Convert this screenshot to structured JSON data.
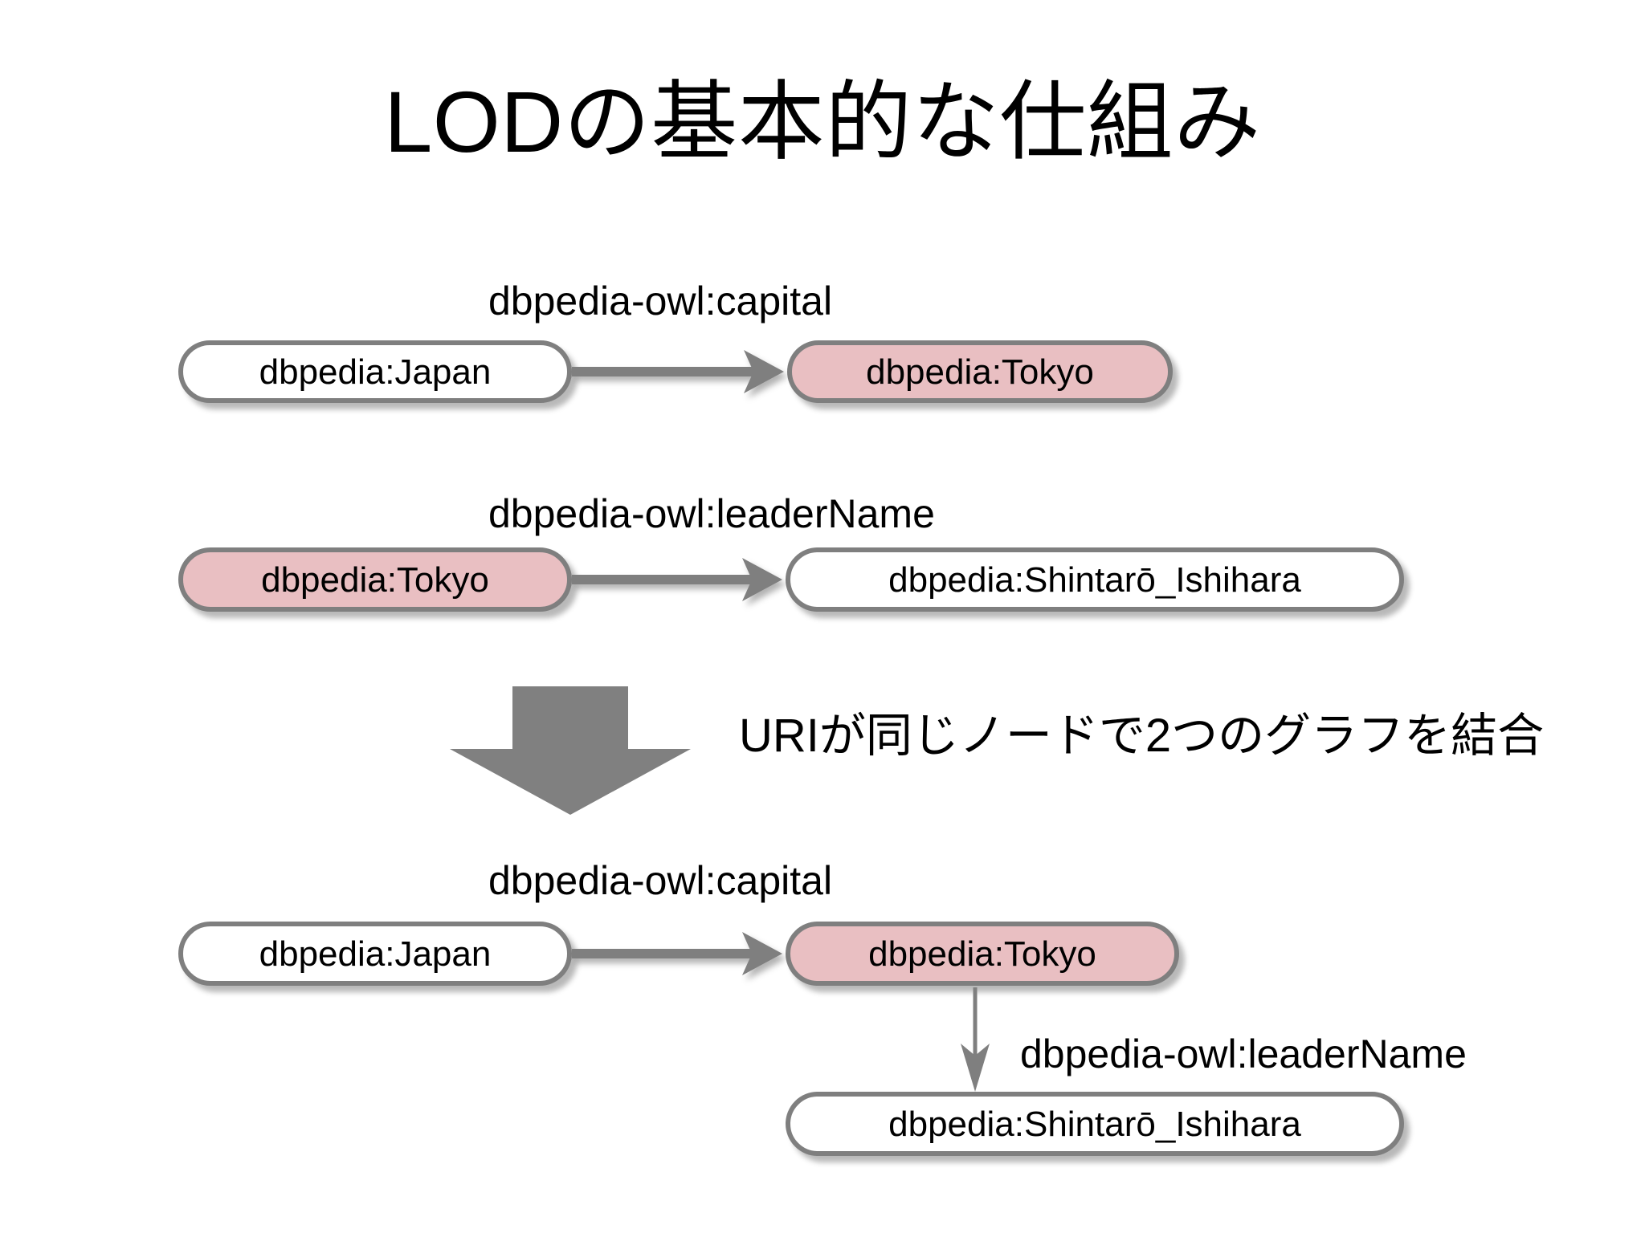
{
  "slide": {
    "title": "LODの基本的な仕組み",
    "background_color": "#ffffff"
  },
  "theme": {
    "node_border_color": "#7f7f7f",
    "node_fill_default": "#ffffff",
    "node_fill_highlight": "#e9bfc2",
    "arrow_color": "#7f7f7f",
    "block_arrow_color": "#808080",
    "text_color": "#000000"
  },
  "graph_top": {
    "edge_label": "dbpedia-owl:capital",
    "subject": {
      "label": "dbpedia:Japan",
      "highlight": false
    },
    "object": {
      "label": "dbpedia:Tokyo",
      "highlight": true
    }
  },
  "graph_middle": {
    "edge_label": "dbpedia-owl:leaderName",
    "subject": {
      "label": "dbpedia:Tokyo",
      "highlight": true
    },
    "object": {
      "label": "dbpedia:Shintarō_Ishihara",
      "highlight": false
    }
  },
  "merge_step": {
    "caption": "URIが同じノードで2つのグラフを結合",
    "arrow_direction": "down"
  },
  "graph_merged": {
    "edge_label_horizontal": "dbpedia-owl:capital",
    "edge_label_vertical": "dbpedia-owl:leaderName",
    "node_japan": {
      "label": "dbpedia:Japan",
      "highlight": false
    },
    "node_tokyo": {
      "label": "dbpedia:Tokyo",
      "highlight": true
    },
    "node_ishihara": {
      "label": "dbpedia:Shintarō_Ishihara",
      "highlight": false
    }
  }
}
